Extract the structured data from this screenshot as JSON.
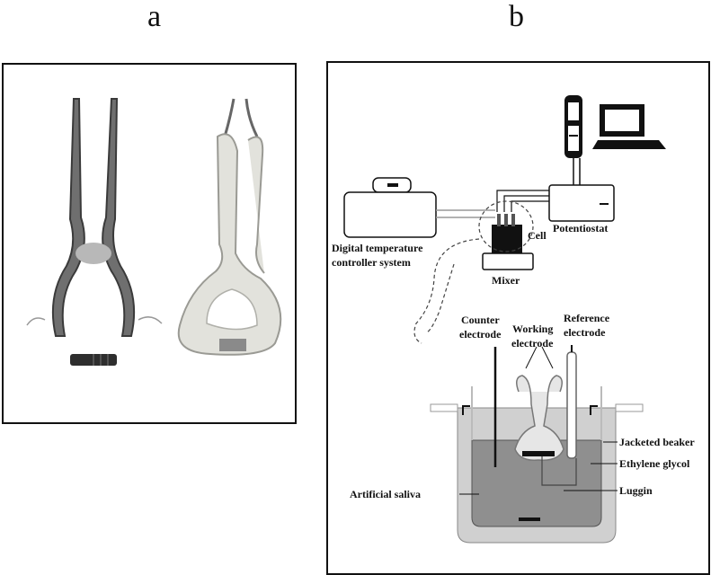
{
  "panels": {
    "a": {
      "letter": "a"
    },
    "b": {
      "letter": "b"
    }
  },
  "labels": {
    "digital_temp_line1": "Digital temperature",
    "digital_temp_line2": "controller system",
    "cell": "Cell",
    "mixer": "Mixer",
    "potentiostat": "Potentiostat",
    "counter_line1": "Counter",
    "counter_line2": "electrode",
    "working_line1": "Working",
    "working_line2": "electrode",
    "reference_line1": "Reference",
    "reference_line2": "electrode",
    "jacketed_beaker": "Jacketed beaker",
    "ethylene_glycol": "Ethylene glycol",
    "artificial_saliva": "Artificial saliva",
    "luggin": "Luggin"
  },
  "colors": {
    "frame": "#111111",
    "electrode_gray": "#8a8a8a",
    "coating_light": "#e2e2dc",
    "beaker_outer": "#c8c8c8",
    "beaker_inner": "#8f8f8f"
  }
}
